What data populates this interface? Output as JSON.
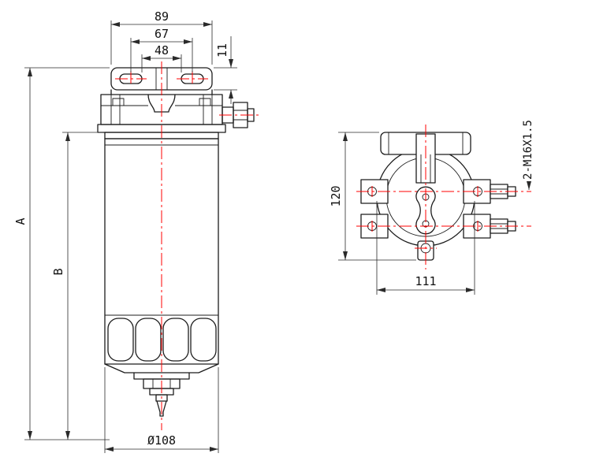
{
  "drawing": {
    "colors": {
      "background": "#ffffff",
      "line": "#1c1c1c",
      "dimension": "#2a2a2a",
      "centerline": "#ff0000"
    },
    "front_view": {
      "dims": {
        "width_top": "89",
        "slot_span": "67",
        "slot_inner": "48",
        "bracket_height": "11",
        "overall_height": "A",
        "body_height": "B",
        "body_diameter": "Ø108"
      }
    },
    "side_view": {
      "dims": {
        "height": "120",
        "width": "111",
        "port_thread": "2-M16X1.5"
      }
    }
  }
}
